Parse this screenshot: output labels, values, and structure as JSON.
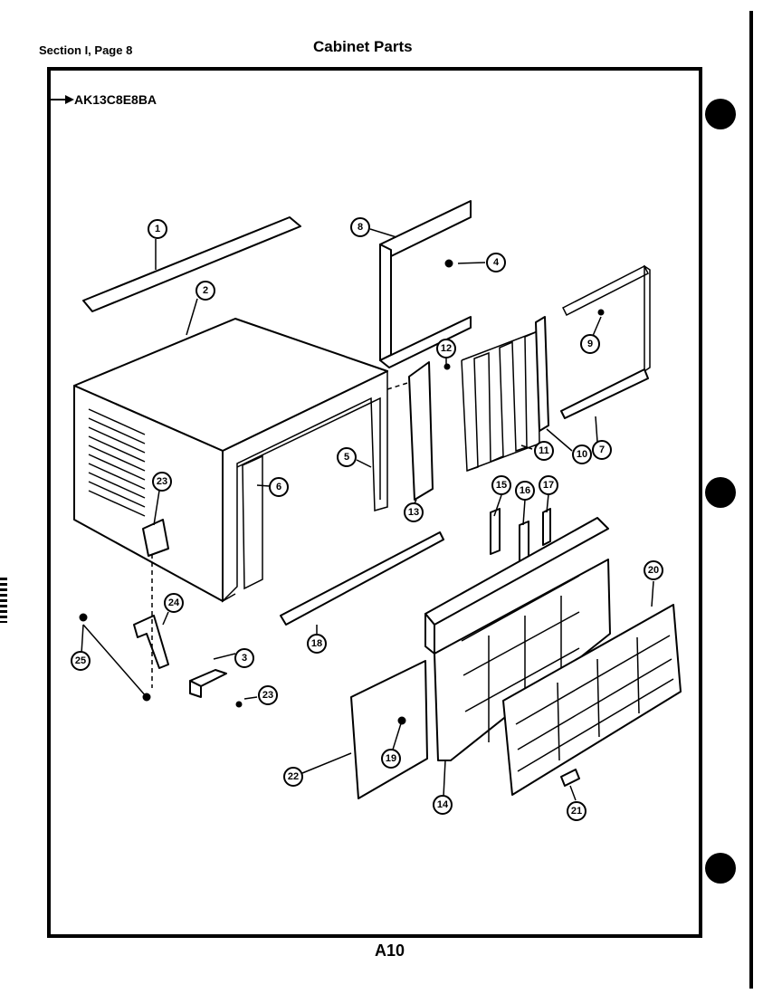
{
  "header": {
    "section": "Section I, Page 8",
    "title": "Cabinet Parts"
  },
  "model_reference": "AK13C8E8BA",
  "footer": {
    "page_number": "A10"
  },
  "callouts": [
    {
      "id": "1",
      "label": "1"
    },
    {
      "id": "2",
      "label": "2"
    },
    {
      "id": "3",
      "label": "3"
    },
    {
      "id": "4",
      "label": "4"
    },
    {
      "id": "5",
      "label": "5"
    },
    {
      "id": "6",
      "label": "6"
    },
    {
      "id": "7",
      "label": "7"
    },
    {
      "id": "8",
      "label": "8"
    },
    {
      "id": "9",
      "label": "9"
    },
    {
      "id": "10",
      "label": "10"
    },
    {
      "id": "11",
      "label": "11"
    },
    {
      "id": "12",
      "label": "12"
    },
    {
      "id": "13",
      "label": "13"
    },
    {
      "id": "14",
      "label": "14"
    },
    {
      "id": "15",
      "label": "15"
    },
    {
      "id": "16",
      "label": "16"
    },
    {
      "id": "17",
      "label": "17"
    },
    {
      "id": "18",
      "label": "18"
    },
    {
      "id": "19",
      "label": "19"
    },
    {
      "id": "20",
      "label": "20"
    },
    {
      "id": "21",
      "label": "21"
    },
    {
      "id": "22",
      "label": "22"
    },
    {
      "id": "23a",
      "label": "23"
    },
    {
      "id": "23b",
      "label": "23"
    },
    {
      "id": "24",
      "label": "24"
    },
    {
      "id": "25",
      "label": "25"
    }
  ]
}
